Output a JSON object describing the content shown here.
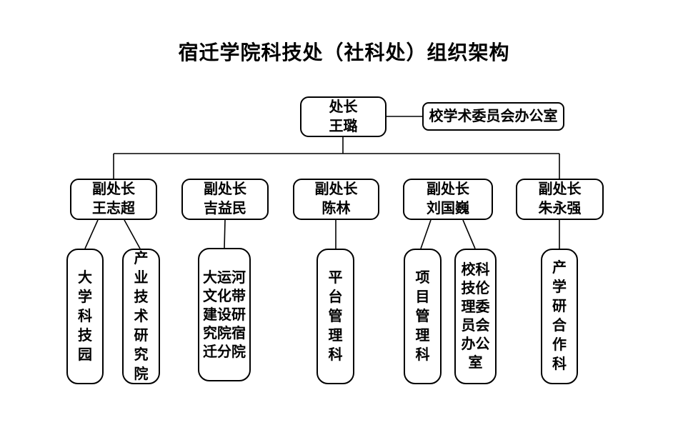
{
  "title": "宿迁学院科技处（社科处）组织架构",
  "org": {
    "director": {
      "role": "处长",
      "name": "王璐"
    },
    "office": {
      "label": "校学术委员会办公室"
    },
    "deputies": [
      {
        "role": "副处长",
        "name": "王志超"
      },
      {
        "role": "副处长",
        "name": "吉益民"
      },
      {
        "role": "副处长",
        "name": "陈林"
      },
      {
        "role": "副处长",
        "name": "刘国巍"
      },
      {
        "role": "副处长",
        "name": "朱永强"
      }
    ],
    "departments": [
      {
        "label": "大学科技园",
        "parent": "王志超"
      },
      {
        "label": "产业技术研究院",
        "parent": "王志超"
      },
      {
        "label": "大运河文化带建设研究院宿迁分院",
        "parent": "吉益民"
      },
      {
        "label": "平台管理科",
        "parent": "陈林"
      },
      {
        "label": "项目管理科",
        "parent": "刘国巍"
      },
      {
        "label": "校科技伦理委员会办公室",
        "parent": "刘国巍"
      },
      {
        "label": "产学研合作科",
        "parent": "朱永强"
      }
    ],
    "line_color": "#000000",
    "background_color": "#ffffff"
  }
}
